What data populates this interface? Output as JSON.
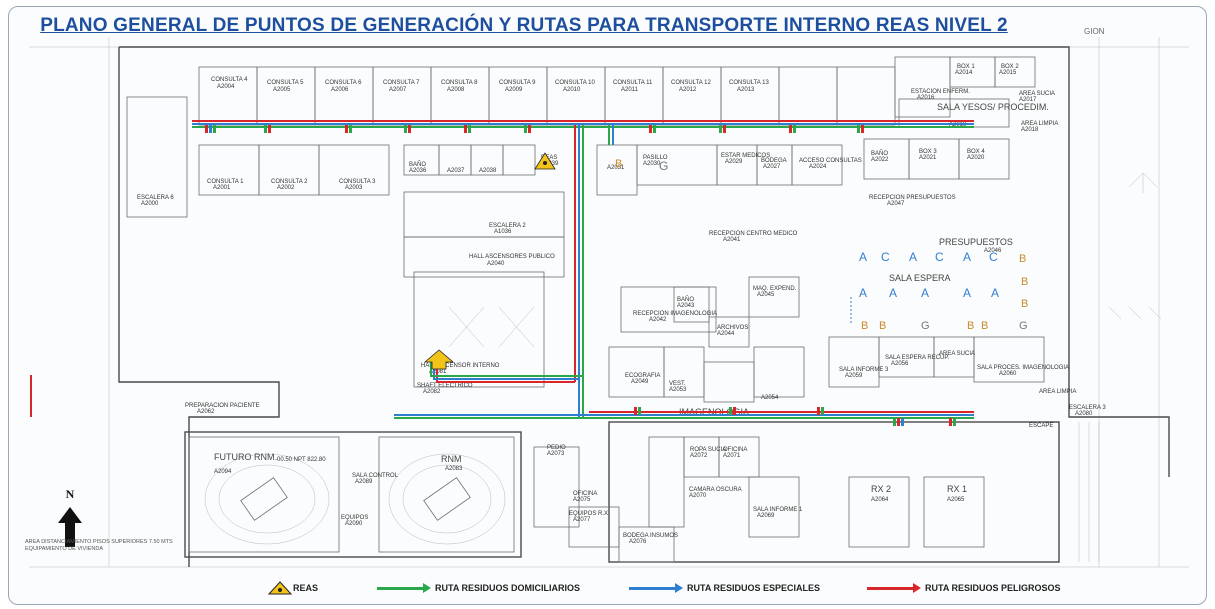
{
  "title": "PLANO GENERAL DE PUNTOS DE GENERACIÓN Y RUTAS PARA TRANSPORTE INTERNO REAS NIVEL 2",
  "edge_label": "GION",
  "north_label": "N",
  "note": "AREA DISTANCIAMIENTO PISOS SUPERIORES 7.50 MTS EQUIPAMIENTO DE VIVIENDA",
  "colors": {
    "domiciliarios": "#2aa84a",
    "especiales": "#2f7fd0",
    "peligrosos": "#d8262a",
    "title": "#1d4f9e",
    "reas_symbol": "#f2c318"
  },
  "legend": {
    "reas": "REAS",
    "domiciliarios": "RUTA RESIDUOS DOMICILIARIOS",
    "especiales": "RUTA RESIDUOS ESPECIALES",
    "peligrosos": "RUTA RESIDUOS PELIGROSOS"
  },
  "rooms": [
    "CONSULTA 4",
    "A2004",
    "CONSULTA 5",
    "A2005",
    "CONSULTA 6",
    "A2006",
    "CONSULTA 7",
    "A2007",
    "CONSULTA 8",
    "A2008",
    "CONSULTA 9",
    "A2009",
    "CONSULTA 10",
    "A2010",
    "CONSULTA 11",
    "A2011",
    "CONSULTA 12",
    "A2012",
    "CONSULTA 13",
    "A2013",
    "BOX 1",
    "A2014",
    "BOX 2",
    "A2015",
    "ESTACION ENFERM.",
    "A2016",
    "AREA SUCIA",
    "A2017",
    "SALA YESOS/ PROCEDIM.",
    "A2019",
    "AREA LIMPIA",
    "A2018",
    "CONSULTA 1",
    "A2001",
    "CONSULTA 2",
    "A2002",
    "CONSULTA 3",
    "A2003",
    "ESCALERA 6",
    "A2000",
    "ESCALERA 2",
    "A1036",
    "HALL ASCENSORES PUBLICO",
    "A2040",
    "REAS",
    "A2039",
    "BAÑO",
    "A2036",
    "A2037",
    "A2038",
    "A2031",
    "PASILLO",
    "A2030",
    "ESTAR MEDICOS",
    "A2029",
    "BODEGA",
    "A2027",
    "ACCESO CONSULTAS",
    "A2024",
    "BAÑO",
    "A2022",
    "BOX 3",
    "A2021",
    "BOX 4",
    "A2020",
    "RECEPCION PRESUPUESTOS",
    "A2047",
    "PRESUPUESTOS",
    "A2046",
    "RECEPCION CENTRO MEDICO",
    "A2041",
    "SALA ESPERA",
    "RECEPCION IMAGENOLOGIA",
    "A2042",
    "BAÑO",
    "A2043",
    "ARCHIVOS",
    "A2044",
    "MAQ. EXPEND.",
    "A2045",
    "HALL ASCENSOR INTERNO",
    "A2081",
    "SHAFT ELECTRICO",
    "A2082",
    "ECOGRAFIA",
    "A2049",
    "VEST.",
    "A2053",
    "A2054",
    "SALA INFORME 3",
    "A2059",
    "SALA ESPERA RECUP.",
    "A2056",
    "AREA SUCIA",
    "SALA PROCES. IMAGENOLOGIA",
    "A2060",
    "AREA LIMPIA",
    "ESCALERA 3",
    "A2080",
    "PREPARACION PACIENTE",
    "A2062",
    "IMAGENOLOGIA",
    "FUTURO RNM",
    "A2094",
    "-00.50 NPT 822.80",
    "SALA CONTROL",
    "A2089",
    "EQUIPOS",
    "A2090",
    "RNM",
    "A2083",
    "OFICINA",
    "A2075",
    "EQUIPOS R.X",
    "A2077",
    "BODEGA INSUMOS",
    "A2076",
    "CAMARA OSCURA",
    "A2070",
    "ROPA SUCIA",
    "A2072",
    "OFICINA",
    "A2071",
    "SALA INFORME 1",
    "A2069",
    "RX 2",
    "A2064",
    "RX 1",
    "A2065",
    "ESCAPE",
    "PEDIO",
    "A2073"
  ]
}
